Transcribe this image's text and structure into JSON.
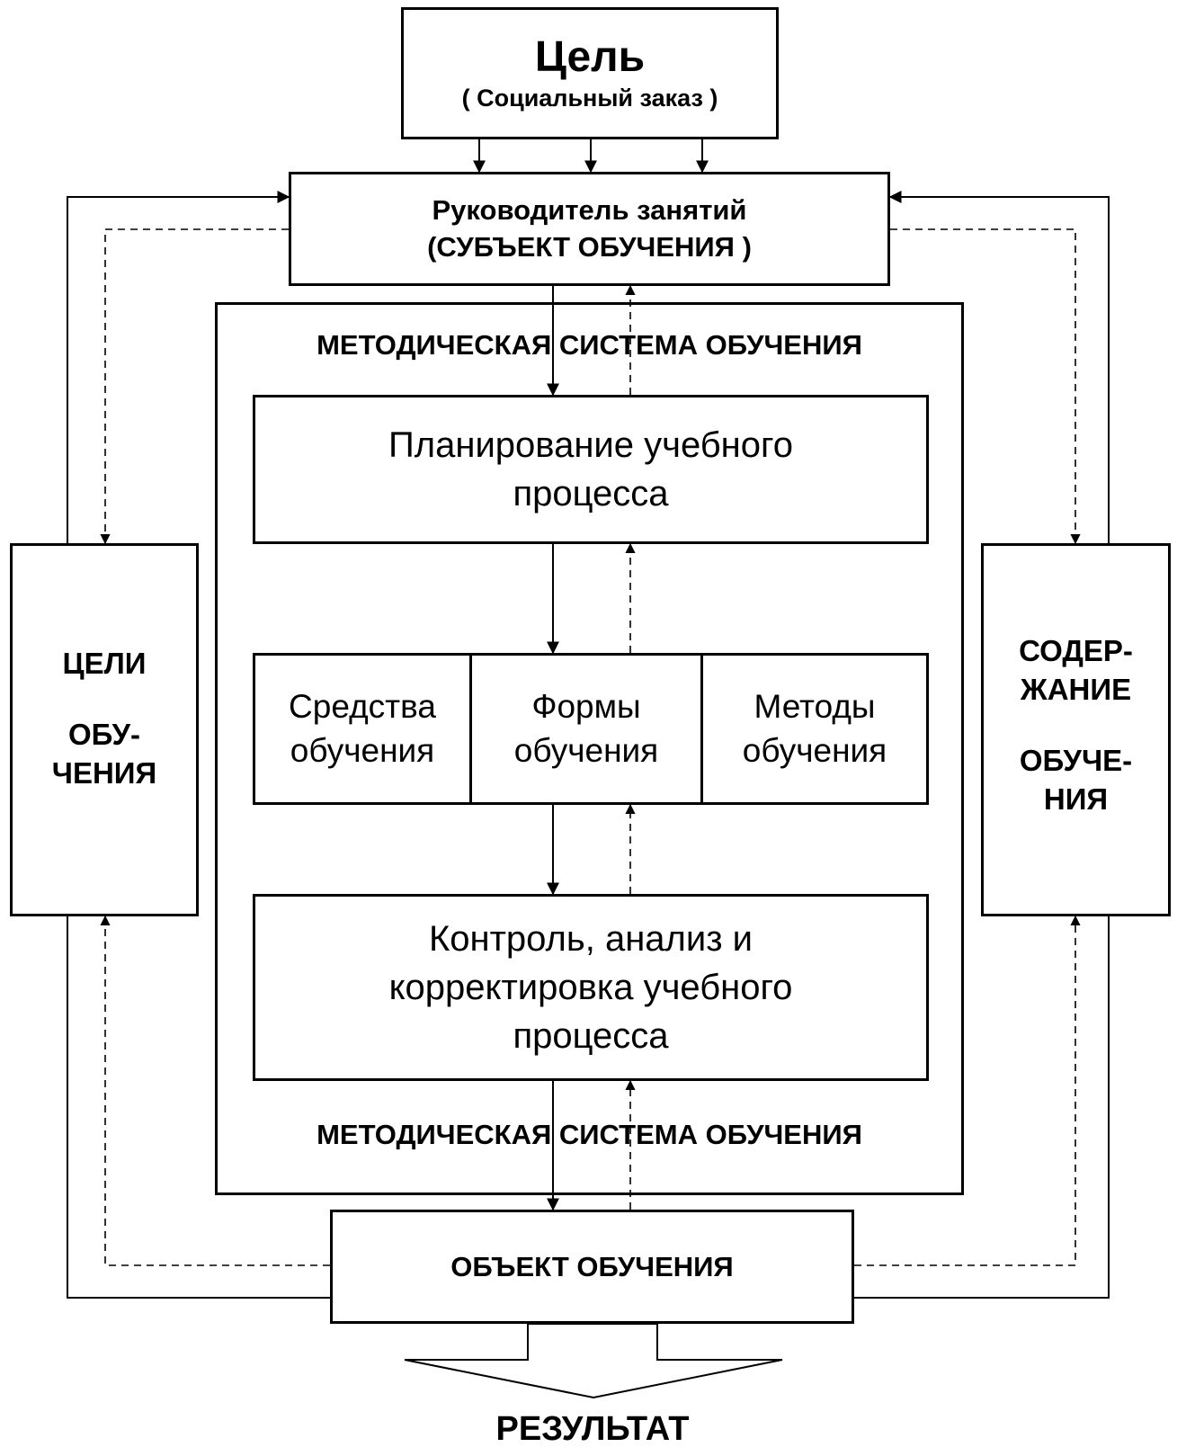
{
  "goal": {
    "title": "Цель",
    "subtitle": "( Социальный заказ )"
  },
  "subject": {
    "line1": "Руководитель занятий",
    "line2": "(СУБЪЕКТ ОБУЧЕНИЯ )"
  },
  "system": {
    "label_top": "МЕТОДИЧЕСКАЯ СИСТЕМА ОБУЧЕНИЯ",
    "label_bottom": "МЕТОДИЧЕСКАЯ СИСТЕМА ОБУЧЕНИЯ"
  },
  "planning": {
    "line1": "Планирование учебного",
    "line2": "процесса"
  },
  "means": {
    "line1": "Средства",
    "line2": "обучения"
  },
  "forms": {
    "line1": "Формы",
    "line2": "обучения"
  },
  "methods": {
    "line1": "Методы",
    "line2": "обучения"
  },
  "control": {
    "line1": "Контроль, анализ и",
    "line2": "корректировка учебного",
    "line3": "процесса"
  },
  "left_box": {
    "line1": "ЦЕЛИ",
    "line2": "ОБУ-",
    "line3": "ЧЕНИЯ"
  },
  "right_box": {
    "line1": "СОДЕР-",
    "line2": "ЖАНИЕ",
    "line3": "ОБУЧЕ-",
    "line4": "НИЯ"
  },
  "object": {
    "label": "ОБЪЕКТ ОБУЧЕНИЯ"
  },
  "result": {
    "label": "РЕЗУЛЬТАТ"
  }
}
